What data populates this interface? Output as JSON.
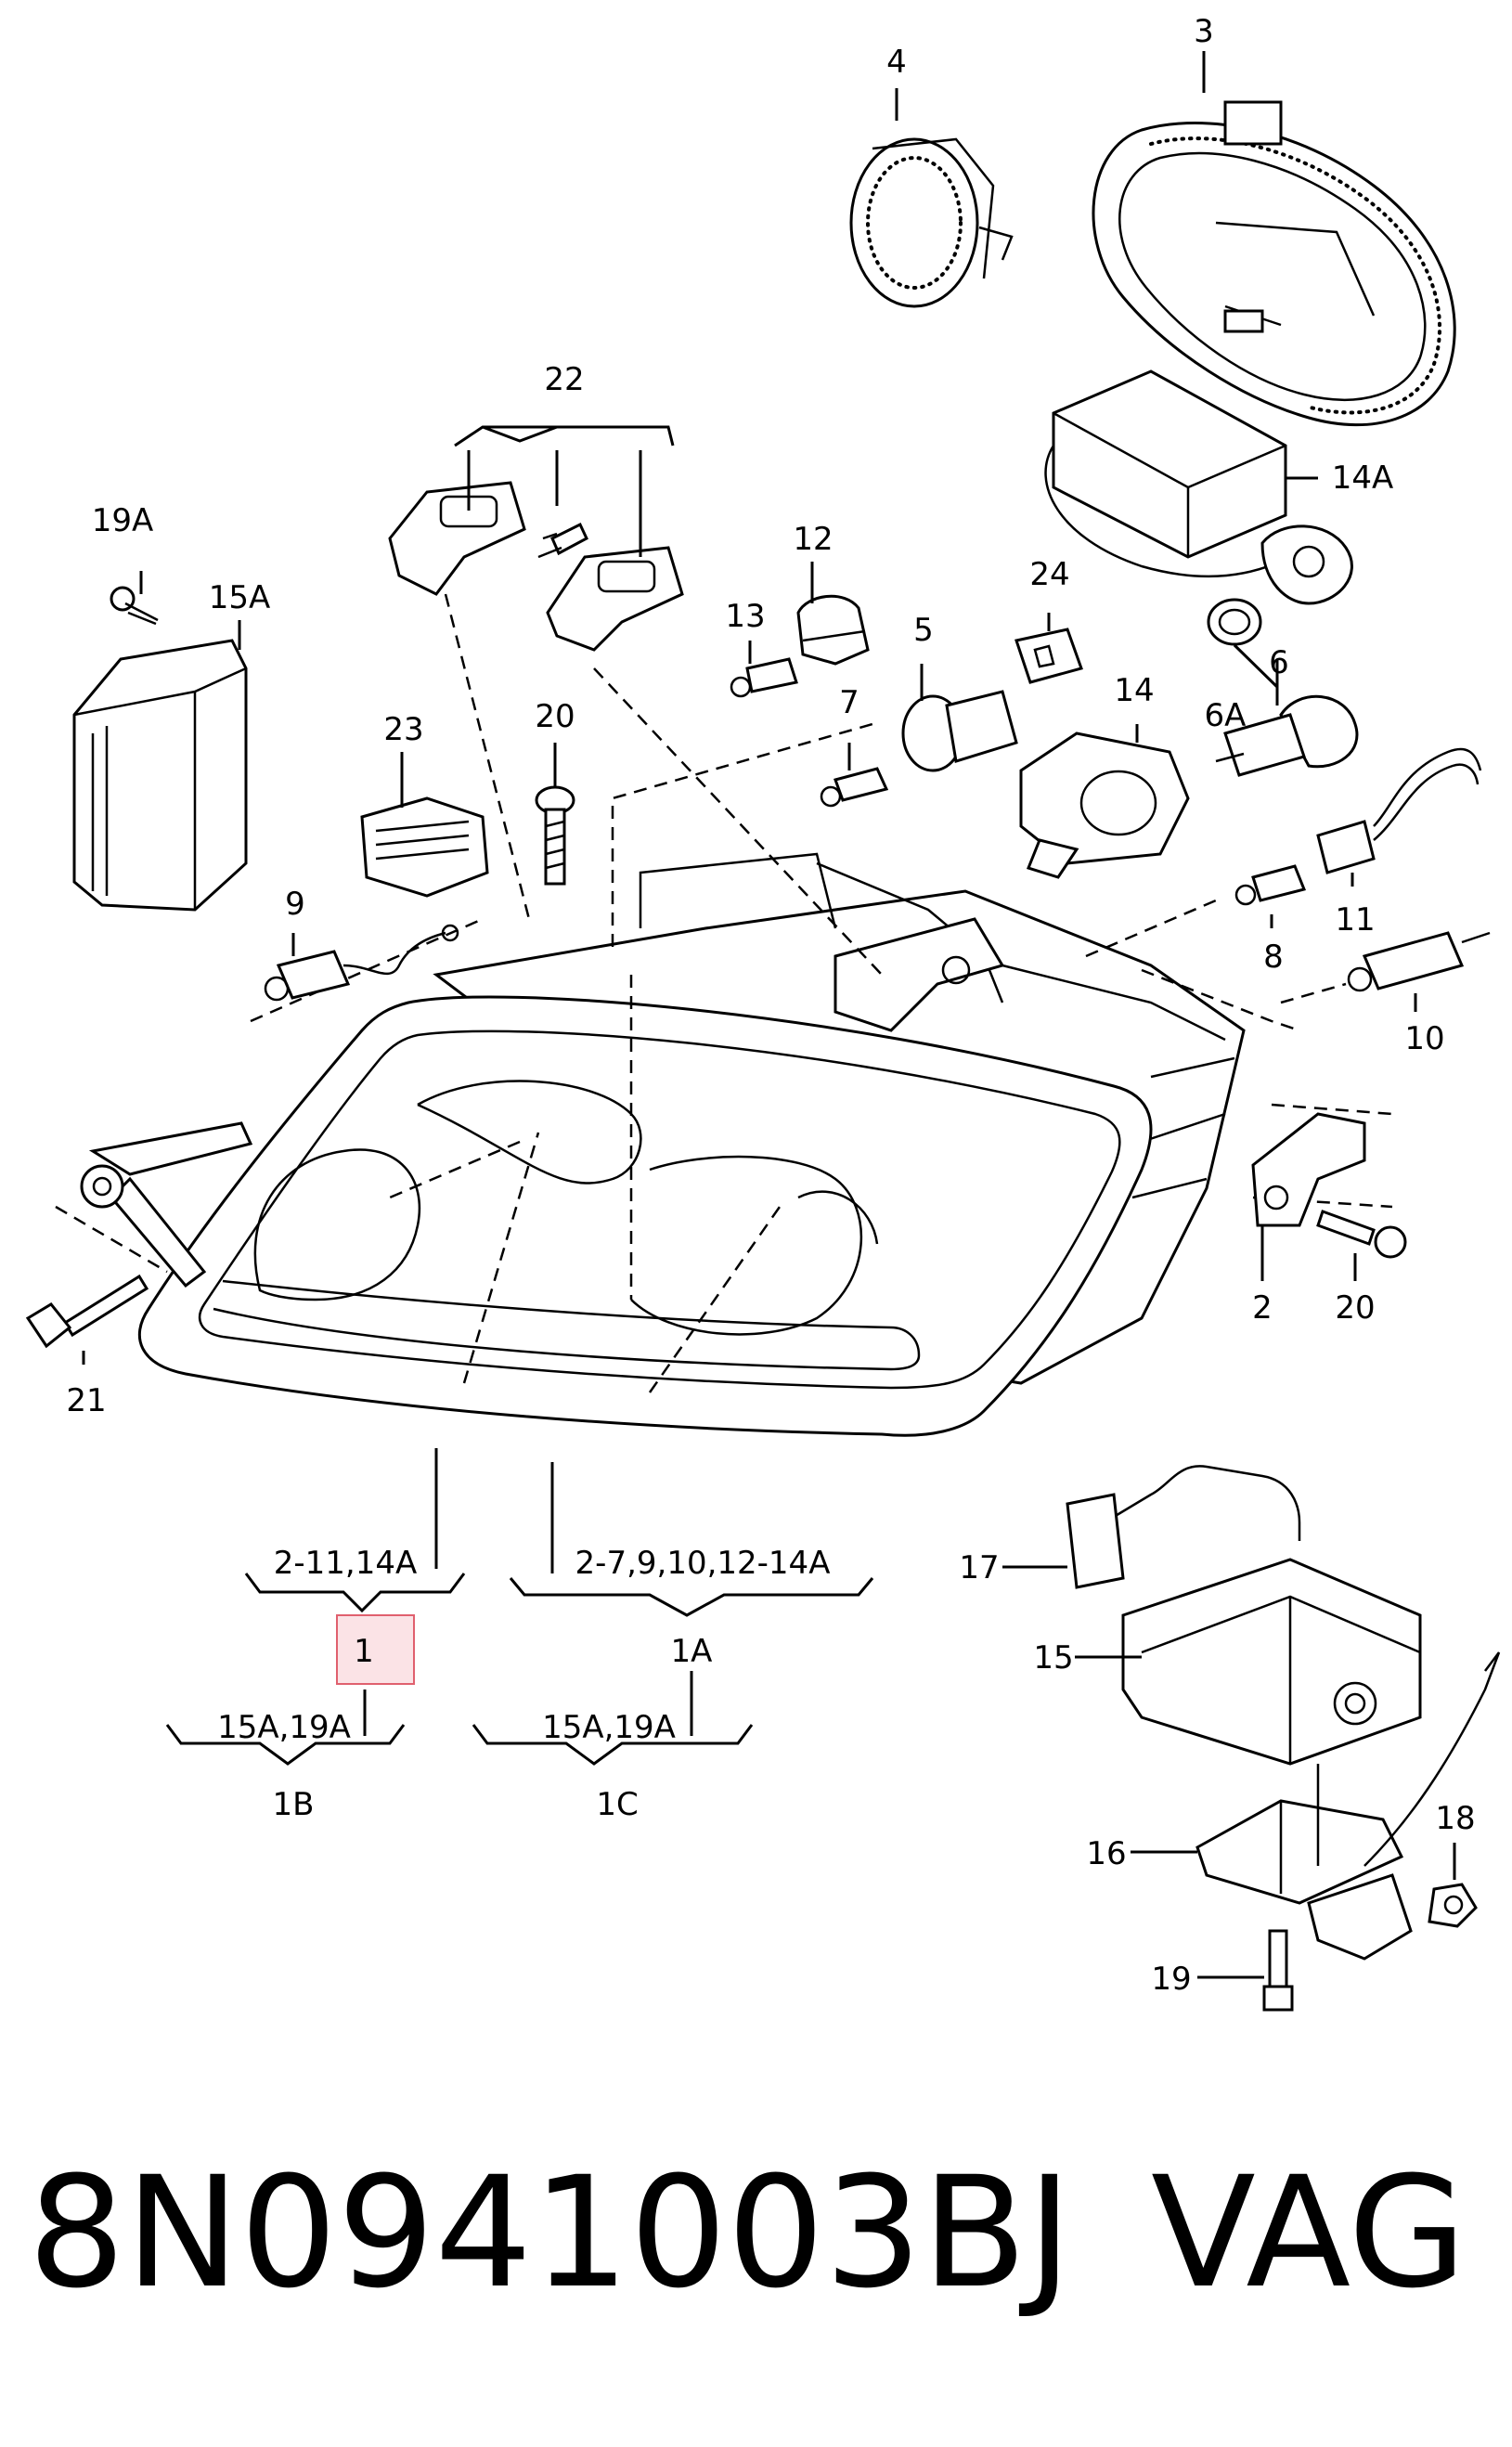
{
  "callouts": {
    "p1": "1",
    "p1A": "1A",
    "p1B": "1B",
    "p1C": "1C",
    "p2": "2",
    "p3": "3",
    "p4": "4",
    "p5": "5",
    "p6": "6",
    "p6A": "6A",
    "p7": "7",
    "p8": "8",
    "p9": "9",
    "p10": "10",
    "p11": "11",
    "p12": "12",
    "p13": "13",
    "p14": "14",
    "p14A": "14A",
    "p15_left": "15A",
    "p15": "15",
    "p16": "16",
    "p17": "17",
    "p18": "18",
    "p19": "19",
    "p19A": "19A",
    "p20_top": "20",
    "p20_bottom": "20",
    "p21": "21",
    "p22": "22",
    "p23": "23",
    "p24": "24"
  },
  "groups": {
    "g1_top": "2-11,14A",
    "g1A_top": "2-7,9,10,12-14A",
    "g1B_top": "15A,19A",
    "g1C_top": "15A,19A"
  },
  "footer": {
    "part_number": "8N0941003BJ",
    "brand": "VAG"
  },
  "colors": {
    "highlight_fill": "#fbe3e6",
    "highlight_border": "#e0606e",
    "ink": "#000000",
    "background": "#ffffff"
  }
}
